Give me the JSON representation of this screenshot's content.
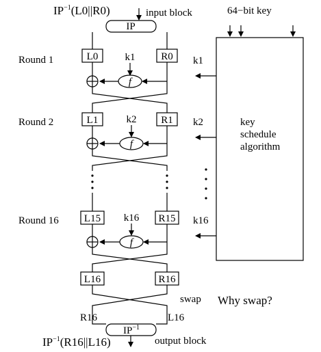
{
  "top": {
    "ip_inverse_base": "IP",
    "ip_inverse_sup": "−1",
    "ip_inverse_arg": "(L0||R0)",
    "input_block": "input block",
    "ip_box": "IP",
    "key_label": "64−bit key"
  },
  "rounds": [
    {
      "round_label": "Round 1",
      "left": "L0",
      "right": "R0",
      "key": "k1",
      "side_key": "k1",
      "f": "f"
    },
    {
      "round_label": "Round 2",
      "left": "L1",
      "right": "R1",
      "key": "k2",
      "side_key": "k2",
      "f": "f"
    },
    {
      "round_label": "Round 16",
      "left": "L15",
      "right": "R15",
      "key": "k16",
      "side_key": "k16",
      "f": "f"
    }
  ],
  "final": {
    "left": "L16",
    "right": "R16",
    "swap": "swap",
    "question": "Why swap?",
    "r16": "R16",
    "l16": "L16",
    "ip_inv_box_base": "IP",
    "ip_inv_box_sup": "−1",
    "output_base": "IP",
    "output_sup": "−1",
    "output_arg": "(R16||L16)",
    "output_block": "output block"
  },
  "key_schedule": {
    "line1": "key",
    "line2": "schedule",
    "line3": "algorithm"
  }
}
